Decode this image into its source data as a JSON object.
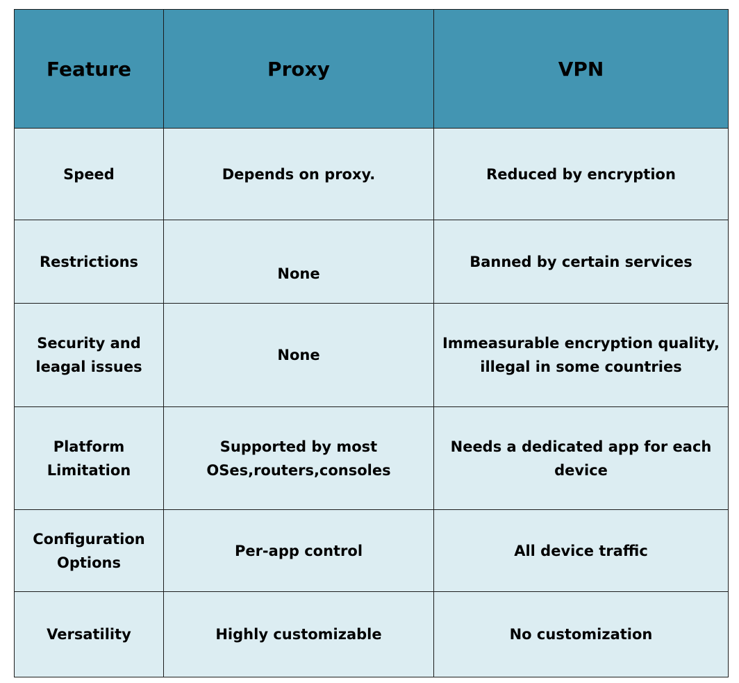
{
  "table": {
    "headers": {
      "feature": "Feature",
      "proxy": "Proxy",
      "vpn": "VPN"
    },
    "rows": [
      {
        "feature": "Speed",
        "proxy": "Depends on proxy.",
        "vpn": "Reduced by encryption"
      },
      {
        "feature": "Restrictions",
        "proxy": "None",
        "vpn": "Banned by certain  services"
      },
      {
        "feature": "Security and leagal issues",
        "proxy": "None",
        "vpn": "Immeasurable encryption quality, illegal in some countries"
      },
      {
        "feature": "Platform Limitation",
        "proxy": "Supported by most OSes,routers,consoles",
        "vpn": "Needs a dedicated app for each device"
      },
      {
        "feature": "Configuration Options",
        "proxy": "Per-app control",
        "vpn": "All device traffic"
      },
      {
        "feature": "Versatility",
        "proxy": "Highly customizable",
        "vpn": "No customization"
      }
    ]
  },
  "colors": {
    "header_bg": "#4395b2",
    "cell_bg": "#dcedf2",
    "border": "#1c1c1c",
    "text": "#000000"
  }
}
